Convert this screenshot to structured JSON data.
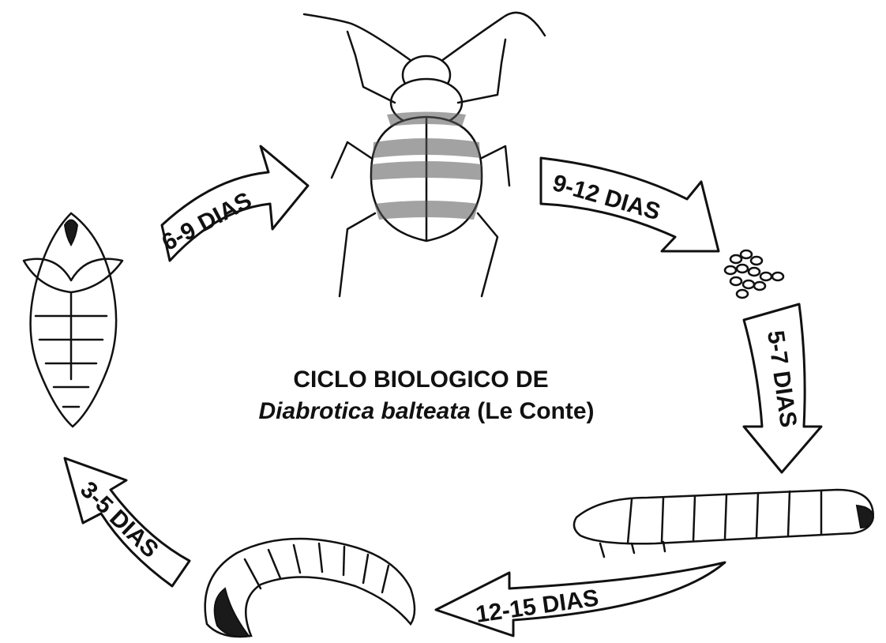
{
  "title": {
    "line1": "CICLO BIOLOGICO DE",
    "species": "Diabrotica balteata",
    "author": " (Le Conte)"
  },
  "stages": [
    {
      "name": "adult",
      "icon": "beetle-icon"
    },
    {
      "name": "eggs",
      "icon": "eggs-icon"
    },
    {
      "name": "larva",
      "icon": "larva-icon"
    },
    {
      "name": "prepupa",
      "icon": "grub-icon"
    },
    {
      "name": "pupa",
      "icon": "pupa-icon"
    }
  ],
  "transitions": [
    {
      "from": "pupa",
      "to": "adult",
      "label": "6-9 DIAS"
    },
    {
      "from": "adult",
      "to": "eggs",
      "label": "9-12 DIAS"
    },
    {
      "from": "eggs",
      "to": "larva",
      "label": "5-7 DIAS"
    },
    {
      "from": "larva",
      "to": "prepupa",
      "label": "12-15 DIAS"
    },
    {
      "from": "prepupa",
      "to": "pupa",
      "label": "3-5 DIAS"
    }
  ]
}
